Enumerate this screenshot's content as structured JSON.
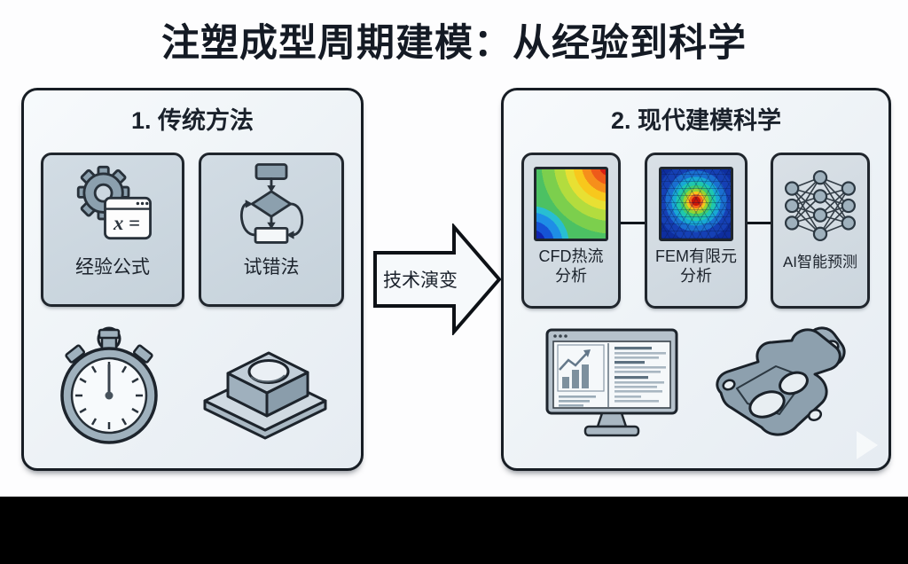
{
  "title": "注塑成型周期建模：从经验到科学",
  "left_panel": {
    "heading": "1. 传统方法",
    "cards": [
      {
        "label": "经验公式",
        "icon": "gear-formula-icon"
      },
      {
        "label": "试错法",
        "icon": "flowchart-loop-icon"
      }
    ],
    "illustrations": [
      {
        "name": "stopwatch"
      },
      {
        "name": "molded-part"
      }
    ]
  },
  "transition_arrow": {
    "label": "技术演变"
  },
  "right_panel": {
    "heading": "2. 现代建模科学",
    "cards": [
      {
        "line1": "CFD热流",
        "line2": "分析",
        "icon": "cfd-heatmap"
      },
      {
        "line1": "FEM有限元",
        "line2": "分析",
        "icon": "fem-mesh"
      },
      {
        "line1": "AI智能预测",
        "line2": "",
        "icon": "neural-network-icon"
      }
    ],
    "illustrations": [
      {
        "name": "analysis-monitor"
      },
      {
        "name": "bracket-part"
      }
    ]
  },
  "gear_window_formula": "x =",
  "colors": {
    "background": "#ffffff",
    "panel_bg": "#eef2f6",
    "panel_border": "#171d24",
    "card_bg_traditional": "#c9d4dd",
    "card_bg_modern": "#d3dbe2",
    "icon_gray": "#8fa1af",
    "cfd_hot": "#d61f12",
    "cfd_cold": "#1023b0",
    "fem_hot": "#cc1708",
    "fem_cold": "#0e2e9e",
    "bottom_bar": "#000000"
  }
}
